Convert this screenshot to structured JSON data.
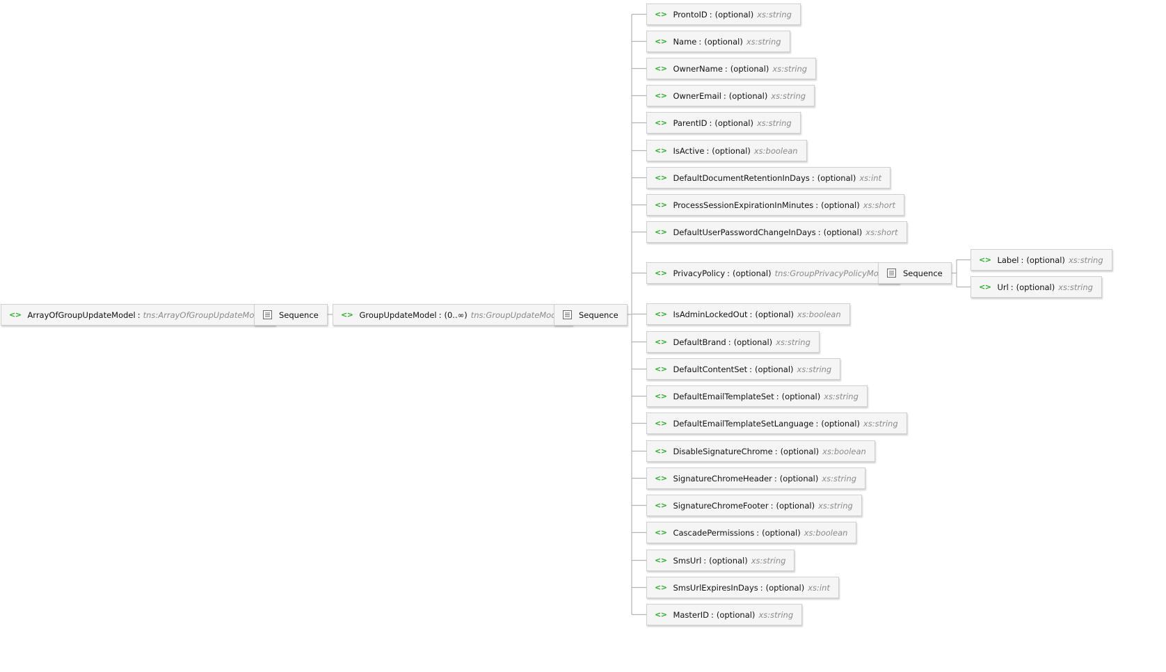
{
  "root": {
    "name": "ArrayOfGroupUpdateModel",
    "sep": ":",
    "cardinality": "",
    "type": "tns:ArrayOfGroupUpdateModel"
  },
  "seq1": {
    "label": "Sequence"
  },
  "group": {
    "name": "GroupUpdateModel",
    "sep": ":",
    "cardinality": "(0..∞)",
    "type": "tns:GroupUpdateModel"
  },
  "seq2": {
    "label": "Sequence"
  },
  "fields": [
    {
      "name": "ProntoID",
      "sep": ":",
      "cardinality": "(optional)",
      "type": "xs:string"
    },
    {
      "name": "Name",
      "sep": ":",
      "cardinality": "(optional)",
      "type": "xs:string"
    },
    {
      "name": "OwnerName",
      "sep": ":",
      "cardinality": "(optional)",
      "type": "xs:string"
    },
    {
      "name": "OwnerEmail",
      "sep": ":",
      "cardinality": "(optional)",
      "type": "xs:string"
    },
    {
      "name": "ParentID",
      "sep": ":",
      "cardinality": "(optional)",
      "type": "xs:string"
    },
    {
      "name": "IsActive",
      "sep": ":",
      "cardinality": "(optional)",
      "type": "xs:boolean"
    },
    {
      "name": "DefaultDocumentRetentionInDays",
      "sep": ":",
      "cardinality": "(optional)",
      "type": "xs:int"
    },
    {
      "name": "ProcessSessionExpirationInMinutes",
      "sep": ":",
      "cardinality": "(optional)",
      "type": "xs:short"
    },
    {
      "name": "DefaultUserPasswordChangeInDays",
      "sep": ":",
      "cardinality": "(optional)",
      "type": "xs:short"
    },
    {
      "name": "PrivacyPolicy",
      "sep": ":",
      "cardinality": "(optional)",
      "type": "tns:GroupPrivacyPolicyModel"
    },
    {
      "name": "IsAdminLockedOut",
      "sep": ":",
      "cardinality": "(optional)",
      "type": "xs:boolean"
    },
    {
      "name": "DefaultBrand",
      "sep": ":",
      "cardinality": "(optional)",
      "type": "xs:string"
    },
    {
      "name": "DefaultContentSet",
      "sep": ":",
      "cardinality": "(optional)",
      "type": "xs:string"
    },
    {
      "name": "DefaultEmailTemplateSet",
      "sep": ":",
      "cardinality": "(optional)",
      "type": "xs:string"
    },
    {
      "name": "DefaultEmailTemplateSetLanguage",
      "sep": ":",
      "cardinality": "(optional)",
      "type": "xs:string"
    },
    {
      "name": "DisableSignatureChrome",
      "sep": ":",
      "cardinality": "(optional)",
      "type": "xs:boolean"
    },
    {
      "name": "SignatureChromeHeader",
      "sep": ":",
      "cardinality": "(optional)",
      "type": "xs:string"
    },
    {
      "name": "SignatureChromeFooter",
      "sep": ":",
      "cardinality": "(optional)",
      "type": "xs:string"
    },
    {
      "name": "CascadePermissions",
      "sep": ":",
      "cardinality": "(optional)",
      "type": "xs:boolean"
    },
    {
      "name": "SmsUrl",
      "sep": ":",
      "cardinality": "(optional)",
      "type": "xs:string"
    },
    {
      "name": "SmsUrlExpiresInDays",
      "sep": ":",
      "cardinality": "(optional)",
      "type": "xs:int"
    },
    {
      "name": "MasterID",
      "sep": ":",
      "cardinality": "(optional)",
      "type": "xs:string"
    }
  ],
  "seq3": {
    "label": "Sequence"
  },
  "policy_fields": [
    {
      "name": "Label",
      "sep": ":",
      "cardinality": "(optional)",
      "type": "xs:string"
    },
    {
      "name": "Url",
      "sep": ":",
      "cardinality": "(optional)",
      "type": "xs:string"
    }
  ],
  "colors": {
    "element_icon": "#21b021",
    "type_text": "#8a8a8a",
    "wire": "#b4b4b4",
    "node_border": "#cfcfcf",
    "node_fill": "#f5f5f5"
  },
  "icons": {
    "element": "element-tag-icon",
    "sequence": "sequence-icon"
  }
}
